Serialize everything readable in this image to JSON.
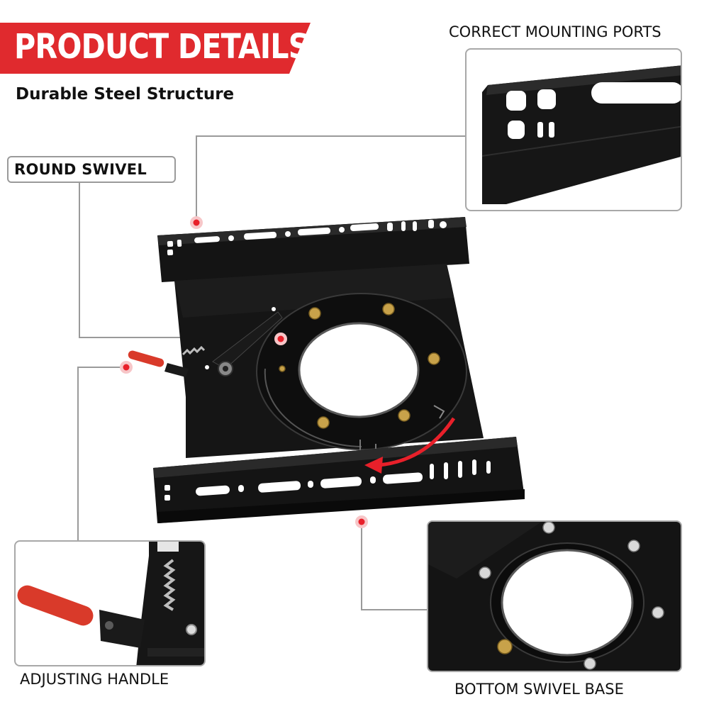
{
  "header": {
    "title": "PRODUCT DETAILS",
    "subtitle": "Durable Steel Structure",
    "banner_color": "#e02a2e"
  },
  "callouts": {
    "mounting_ports": "CORRECT MOUNTING PORTS",
    "round_swivel": "ROUND SWIVEL",
    "adjusting_handle": "ADJUSTING HANDLE",
    "bottom_swivel_base": "BOTTOM SWIVEL BASE"
  },
  "colors": {
    "plate": "#141414",
    "marker": "#e8202a",
    "handle_grip": "#d93a2a",
    "bolt": "#c8a24a",
    "leader_line": "#9a9a9a"
  },
  "icons": {
    "rotation_arrow": "curved-arrow-left-icon",
    "marker": "red-dot-icon"
  }
}
